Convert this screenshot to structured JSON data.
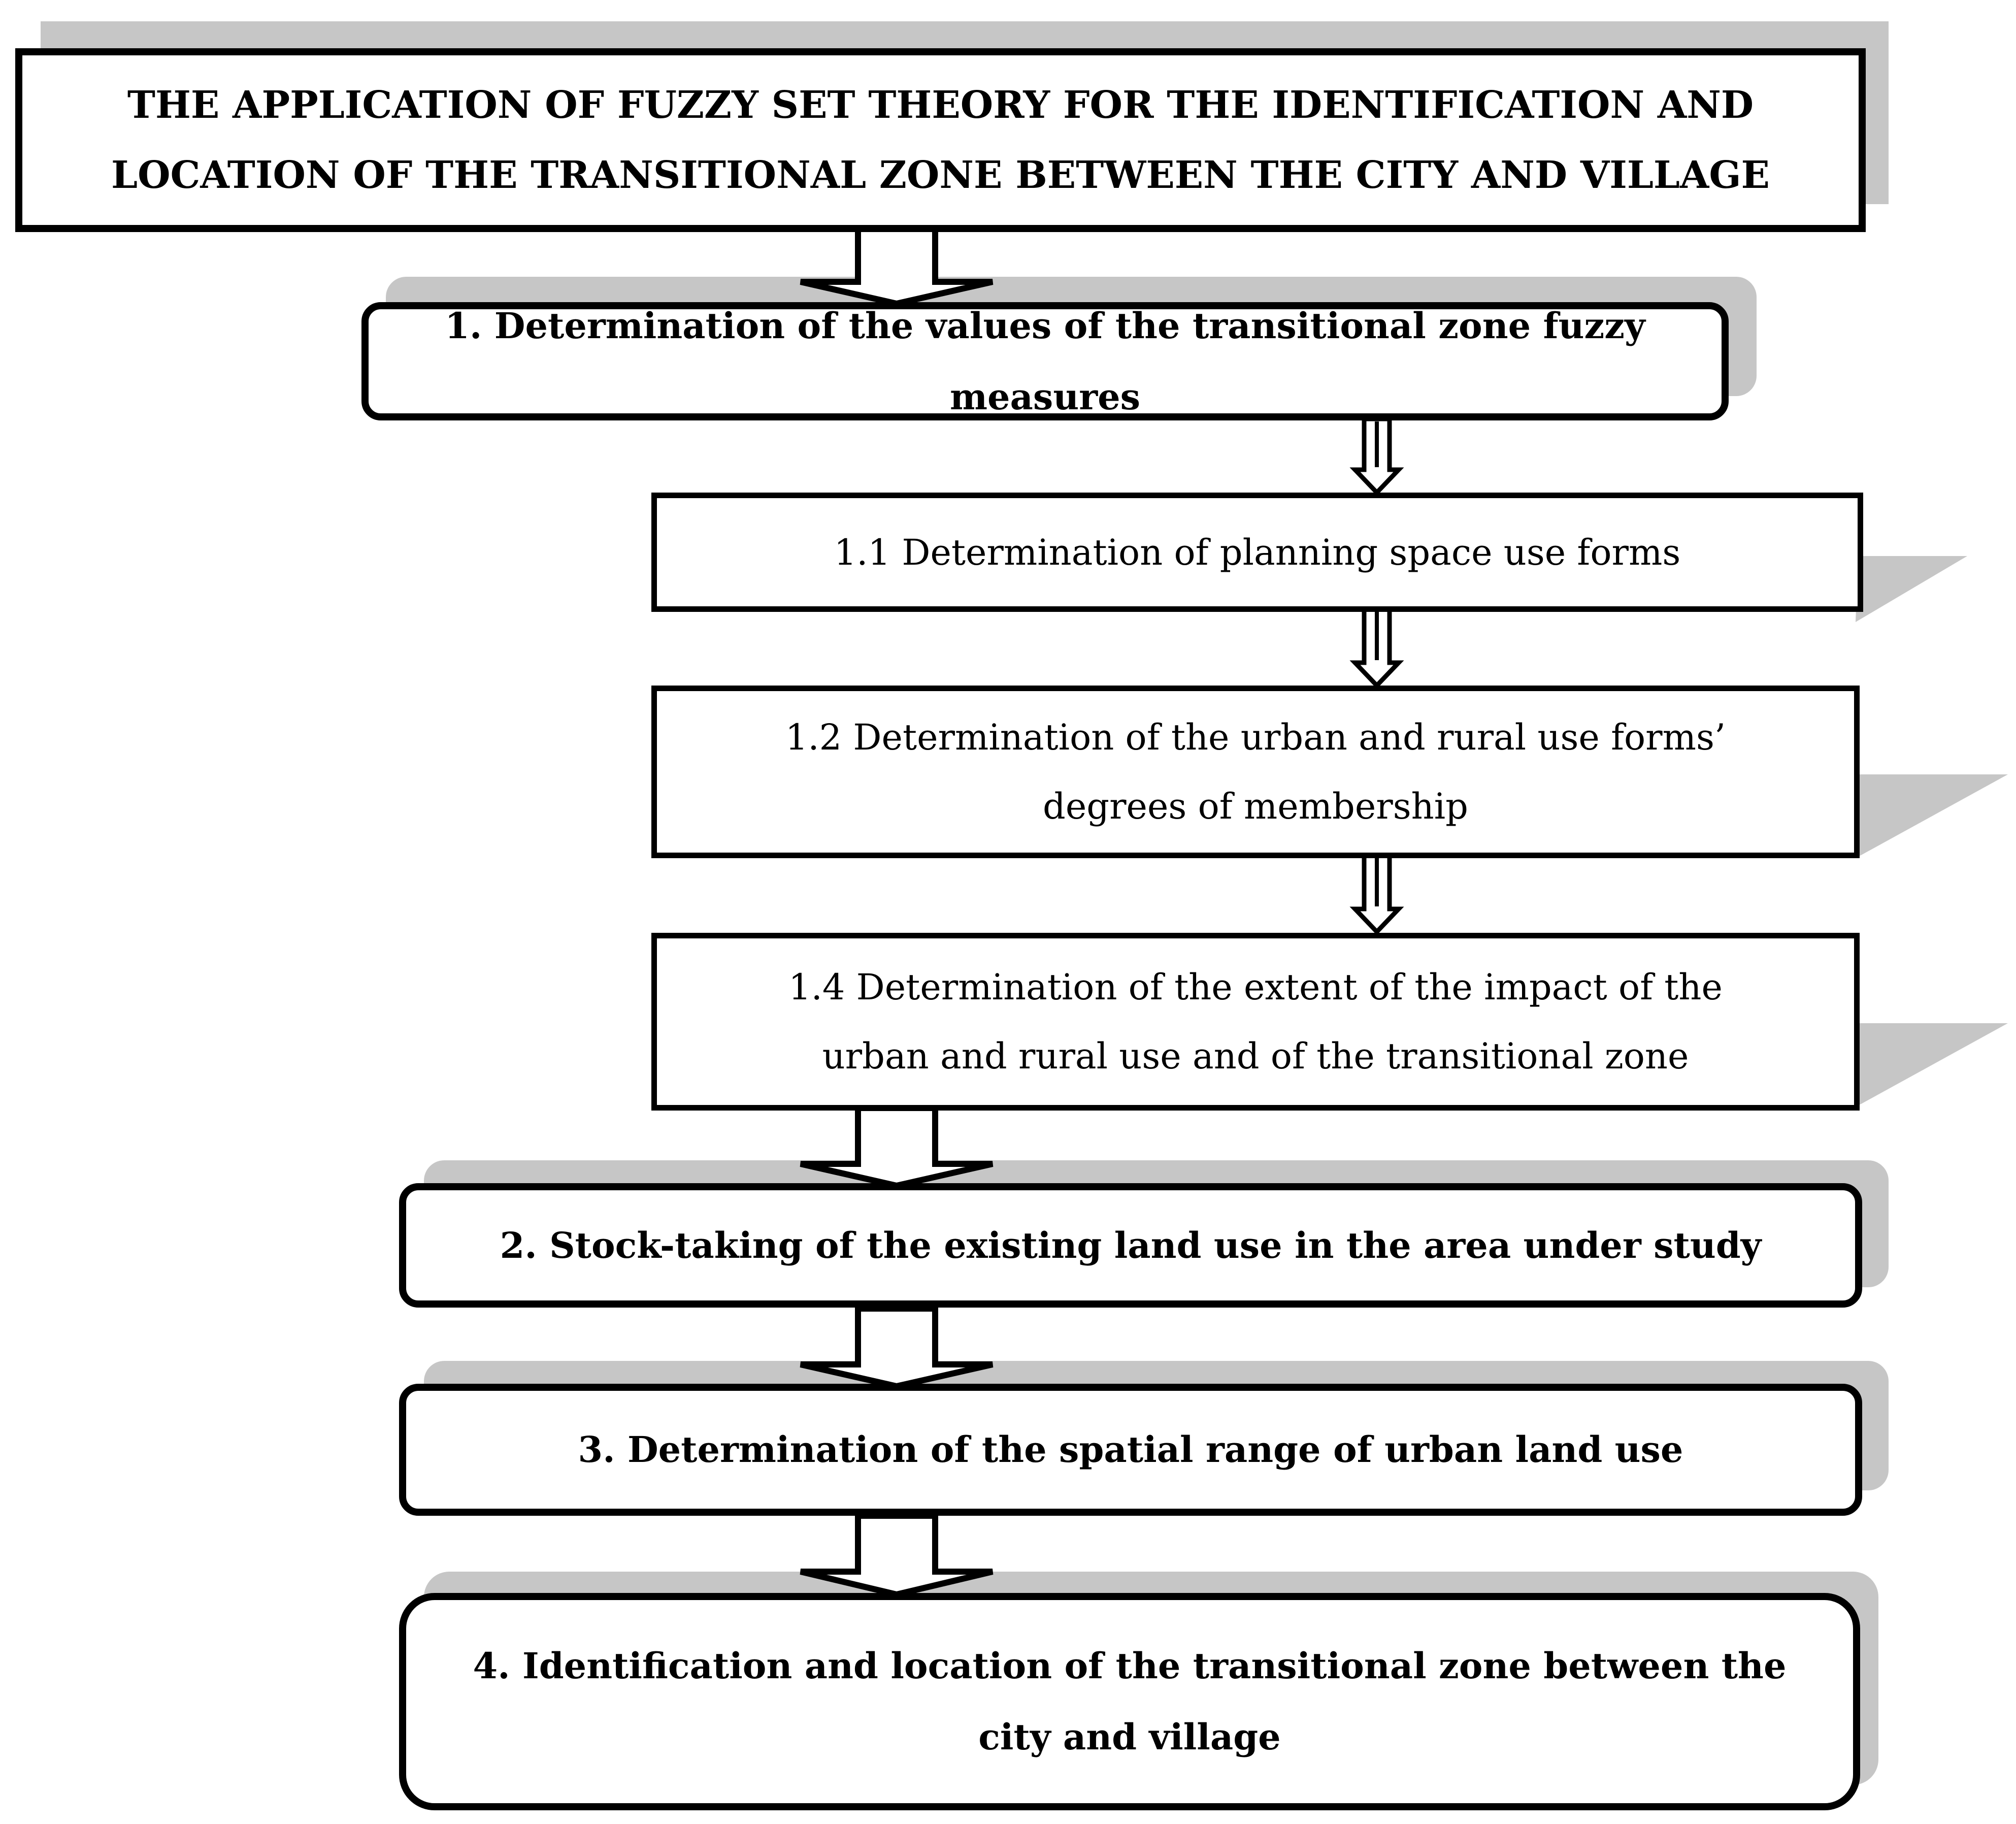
{
  "title": "THE APPLICATION OF FUZZY SET THEORY FOR THE IDENTIFICATION AND LOCATION OF THE TRANSITIONAL ZONE BETWEEN THE CITY AND VILLAGE",
  "steps": [
    {
      "label": "1. Determination of the values of the transitional zone fuzzy measures"
    },
    {
      "label": "1.1 Determination of planning space use forms"
    },
    {
      "label": "1.2 Determination of the urban and rural use forms’ degrees of membership"
    },
    {
      "label": "1.4 Determination of the extent of the impact of the urban and rural use and of the transitional zone"
    },
    {
      "label": "2. Stock-taking of the existing land use in the area under study"
    },
    {
      "label": "3. Determination of the spatial range of urban land use"
    },
    {
      "label": "4. Identification and location of the transitional zone between the city and village"
    }
  ],
  "colors": {
    "border": "#000000",
    "shadow": "#c6c6c6",
    "fill": "#ffffff"
  }
}
